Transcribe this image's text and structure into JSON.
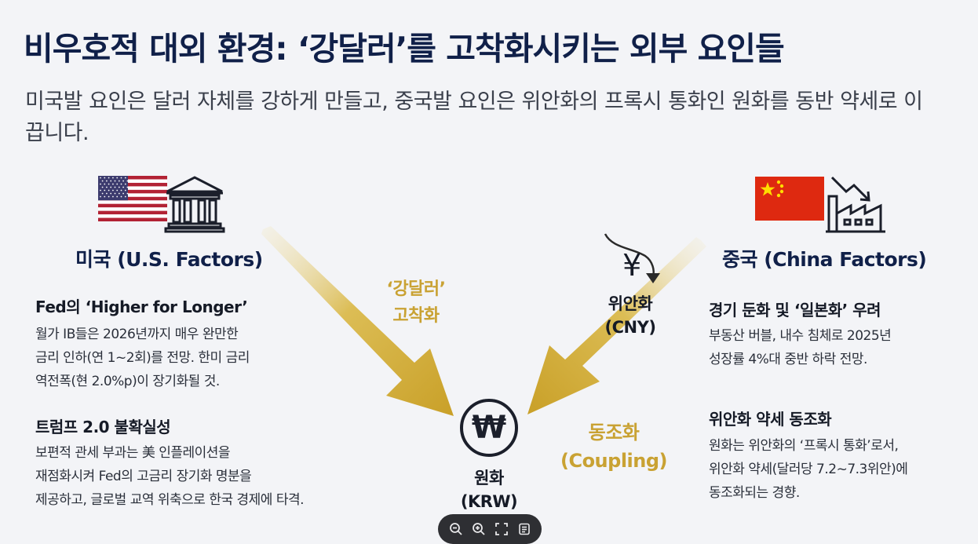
{
  "title": "비우호적 대외 환경: ‘강달러’를 고착화시키는 외부 요인들",
  "subtitle": "미국발 요인은 달러 자체를 강하게 만들고, 중국발 요인은 위안화의 프록시 통화인 원화를 동반 약세로 이끕니다.",
  "us": {
    "label": "미국 (U.S. Factors)",
    "items": [
      {
        "title": "Fed의 ‘Higher for Longer’",
        "body": [
          "월가 IB들은 2026년까지 매우 완만한",
          "금리 인하(연 1~2회)를 전망. 한미 금리",
          "역전폭(현 2.0%p)이 장기화될 것."
        ]
      },
      {
        "title": "트럼프 2.0 불확실성",
        "body": [
          "보편적 관세 부과는 美 인플레이션을",
          "재점화시켜 Fed의 고금리 장기화 명분을",
          "제공하고, 글로벌 교역 위축으로 한국 경제에 타격."
        ]
      }
    ]
  },
  "china": {
    "label": "중국 (China Factors)",
    "items": [
      {
        "title": "경기 둔화 및 ‘일본화’ 우려",
        "body": [
          "부동산 버블, 내수 침체로 2025년",
          "성장률 4%대 중반 하락 전망."
        ]
      },
      {
        "title": "위안화 약세 동조화",
        "body": [
          "원화는 위안화의 ‘프록시 통화’로서,",
          "위안화 약세(달러당 7.2~7.3위안)에",
          "동조화되는 경향."
        ]
      }
    ]
  },
  "arrows": {
    "left_label": [
      "‘강달러’",
      "고착화"
    ],
    "right_label": [
      "동조화",
      "(Coupling)"
    ]
  },
  "nodes": {
    "krw": {
      "symbol": "₩",
      "name": "원화",
      "code": "(KRW)"
    },
    "cny": {
      "symbol": "¥",
      "name": "위안화",
      "code": "(CNY)"
    }
  },
  "colors": {
    "title": "#102049",
    "gold": "#c9a233",
    "background": "#f3f4f7",
    "us_flag_red": "#b22234",
    "cn_flag_red": "#de2910",
    "cn_flag_star": "#ffde00"
  },
  "icons": {
    "us": [
      "us-flag-icon",
      "bank-building-icon"
    ],
    "china": [
      "china-flag-icon",
      "factory-decline-icon"
    ],
    "toolbar": [
      "zoom-out-icon",
      "zoom-in-icon",
      "fullscreen-icon",
      "notes-icon"
    ]
  }
}
